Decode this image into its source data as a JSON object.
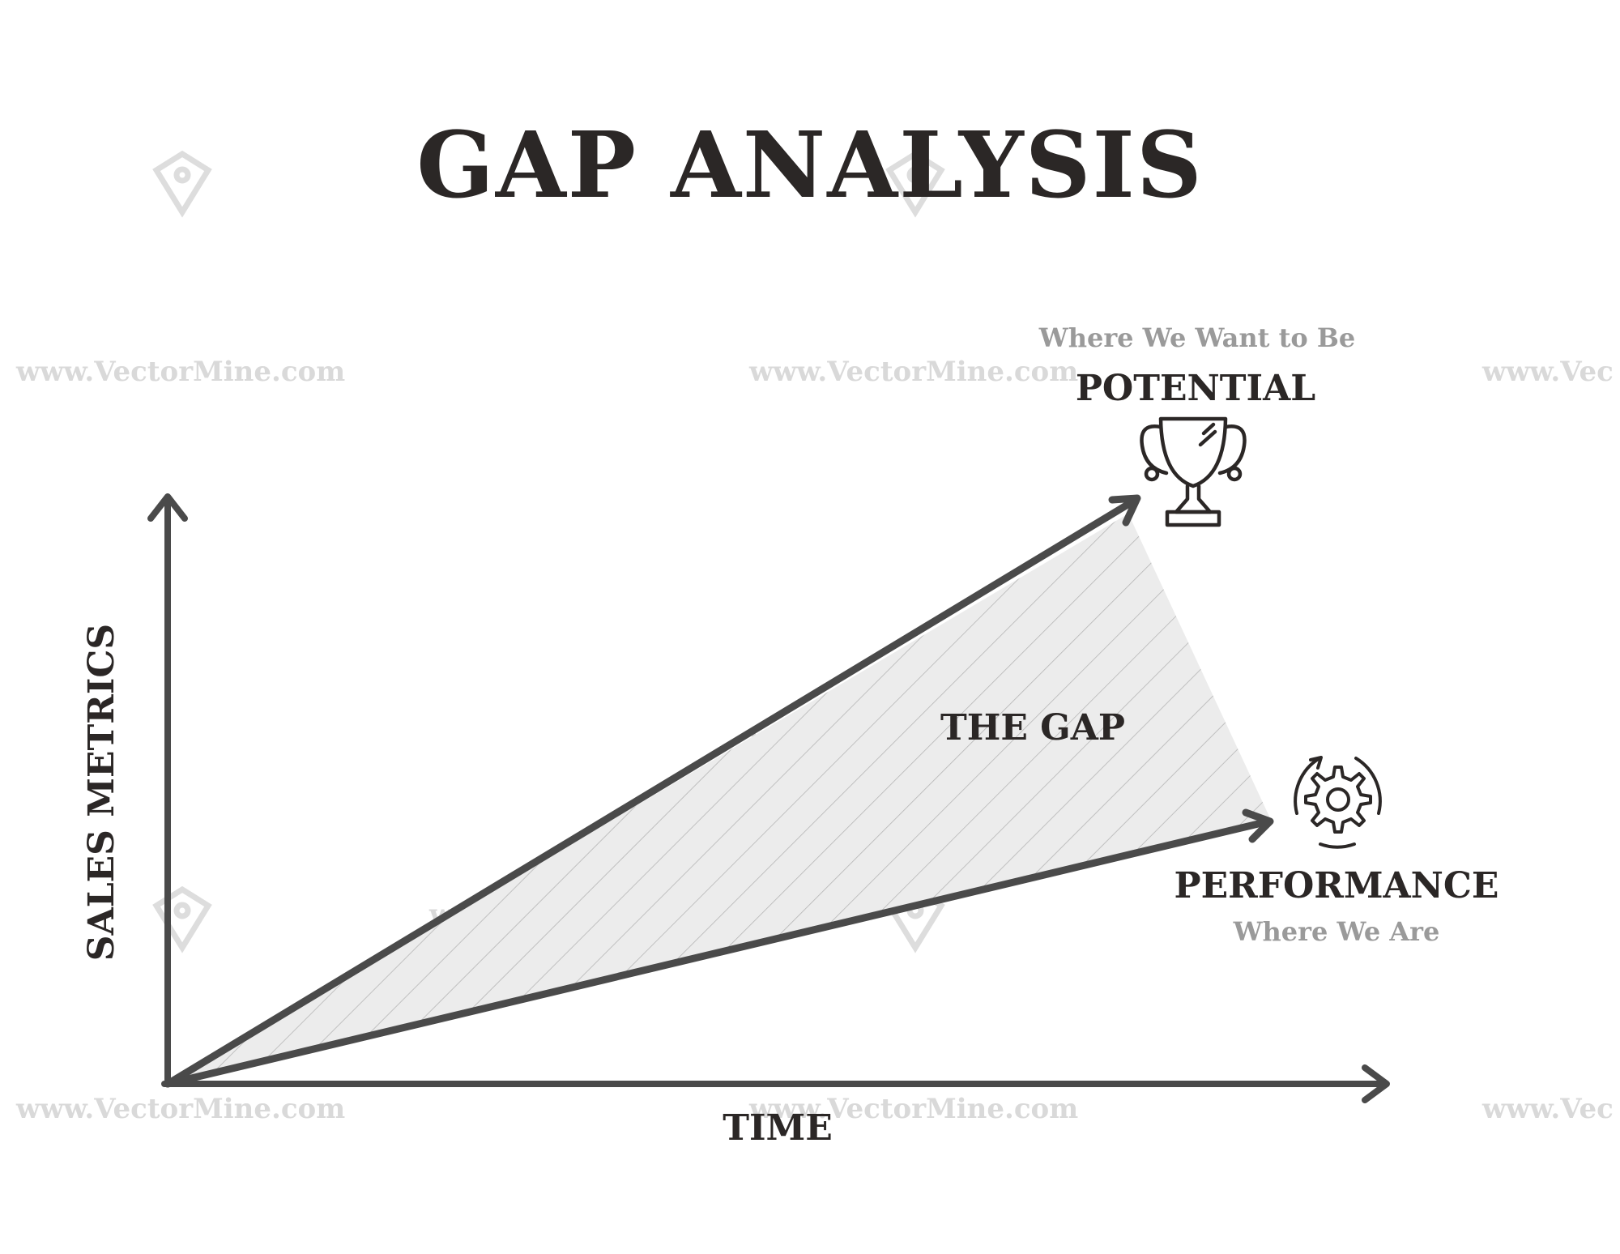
{
  "title": "GAP ANALYSIS",
  "axes": {
    "y_label": "SALES METRICS",
    "x_label": "TIME"
  },
  "gap_label": "THE GAP",
  "potential": {
    "subtitle": "Where We Want to Be",
    "label": "POTENTIAL",
    "icon": "trophy-icon"
  },
  "performance": {
    "label": "PERFORMANCE",
    "subtitle": "Where We Are",
    "icon": "gear-cycle-icon"
  },
  "watermark": {
    "text": "www.VectorMine.com",
    "text_cut": "www.Vec"
  },
  "colors": {
    "ink": "#2b2726",
    "line": "#4a4a4a",
    "fill": "#ececec",
    "hatch": "#b5b5b5",
    "muted_text": "#9a9a9a",
    "watermark": "#d9d9d9"
  }
}
